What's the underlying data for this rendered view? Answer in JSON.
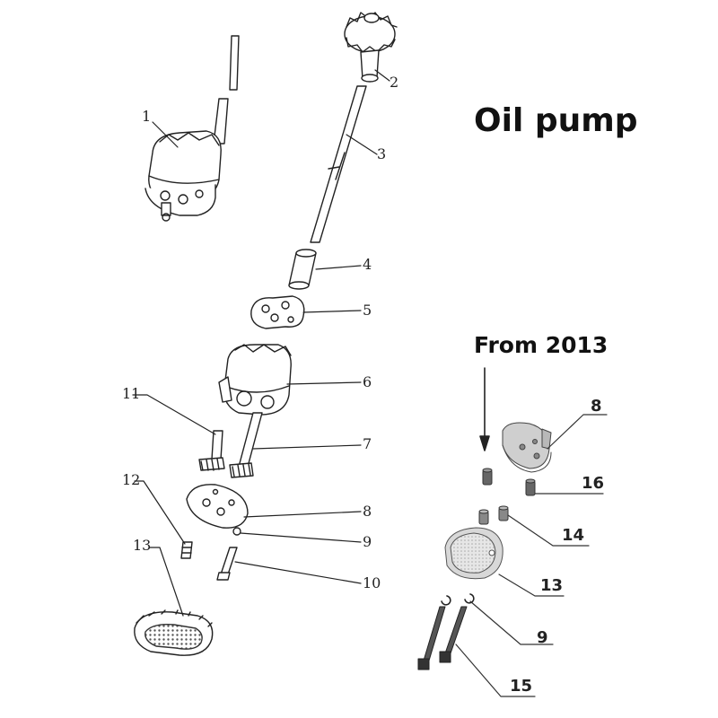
{
  "title": "Oil pump",
  "subtitle": "From 2013",
  "labels_old": [
    "1",
    "2",
    "3",
    "4",
    "5",
    "6",
    "7",
    "8",
    "9",
    "10",
    "11",
    "12",
    "13"
  ],
  "labels_new": [
    "8",
    "16",
    "14",
    "13",
    "9",
    "15"
  ]
}
